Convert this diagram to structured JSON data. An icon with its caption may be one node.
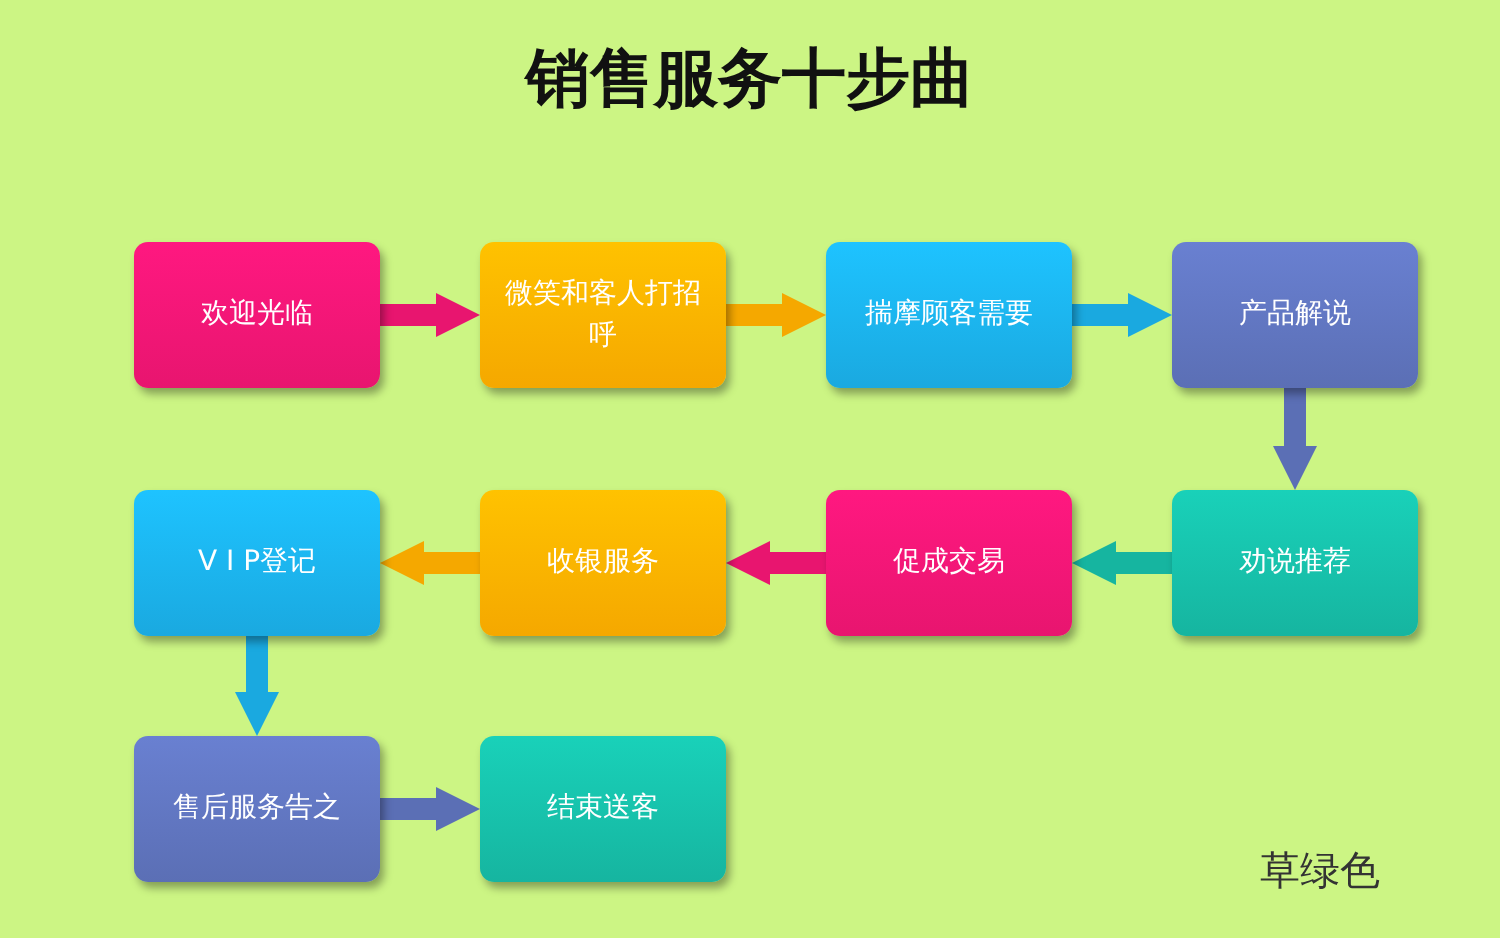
{
  "diagram": {
    "title": "销售服务十步曲",
    "nodes": [
      {
        "text": [
          "欢迎光临"
        ]
      },
      {
        "text": [
          "微笑和客人打招呼"
        ]
      },
      {
        "text": [
          "揣摩顾客需要"
        ]
      },
      {
        "text": [
          "产品解说"
        ]
      },
      {
        "text": [
          "劝说推荐"
        ]
      },
      {
        "text": [
          "促成交易"
        ]
      },
      {
        "text": [
          "收银服务"
        ]
      },
      {
        "text": [
          "V I P登记"
        ]
      },
      {
        "text": [
          "售后服务告之"
        ]
      },
      {
        "text": [
          "结束送客"
        ]
      }
    ],
    "edges": [
      {
        "from": 0,
        "to": 1,
        "arrow": "to",
        "color": "#e8156f"
      },
      {
        "from": 1,
        "to": 2,
        "arrow": "to",
        "color": "#f5a800"
      },
      {
        "from": 2,
        "to": 3,
        "arrow": "to",
        "color": "#1aa9e0"
      },
      {
        "from": 3,
        "to": 4,
        "arrow": "to",
        "color": "#5b6fb5"
      },
      {
        "from": 4,
        "to": 5,
        "arrow": "to",
        "color": "#16b5a0"
      },
      {
        "from": 5,
        "to": 6,
        "arrow": "to",
        "color": "#e8156f"
      },
      {
        "from": 6,
        "to": 7,
        "arrow": "to",
        "color": "#f5a800"
      },
      {
        "from": 7,
        "to": 8,
        "arrow": "to",
        "color": "#1aa9e0"
      },
      {
        "from": 8,
        "to": 9,
        "arrow": "to",
        "color": "#5b6fb5"
      }
    ],
    "labels": [
      "草绿色"
    ]
  }
}
